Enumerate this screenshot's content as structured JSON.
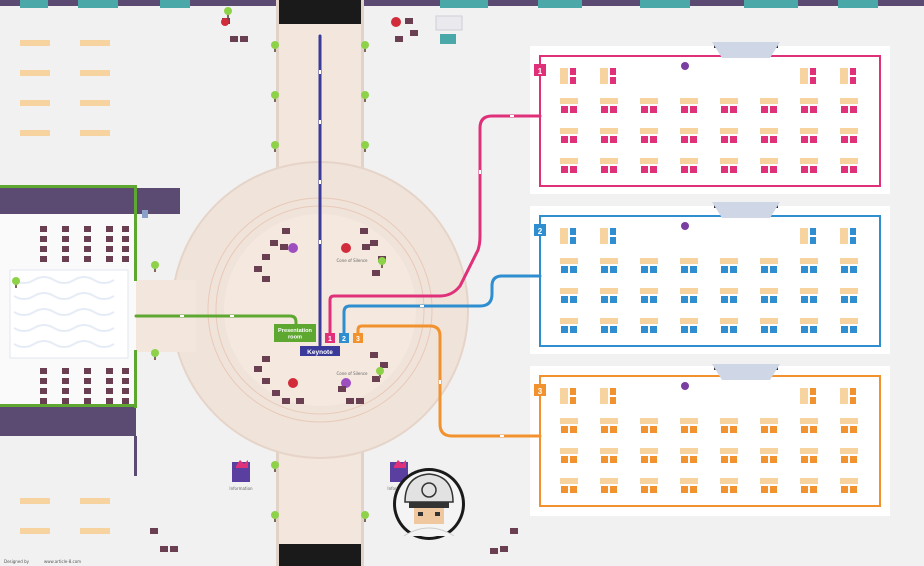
{
  "colors": {
    "floor": "#f1f1f1",
    "plaza": "#efe3da",
    "corridor": "#f3e6dd",
    "wall": "#5b4b73",
    "top_strip": "#5b4b73",
    "room_floor": "#ffffff",
    "keynote_line": "#3a3a9a",
    "presentation_line": "#5ea832",
    "room1": "#e0307a",
    "room2": "#2f8ed0",
    "room3": "#f2922e",
    "desk": "#f7d3a0",
    "chair_dark": "#6a3f52",
    "teal_tab": "#4aa8a8"
  },
  "labels": {
    "presentation_room": "Presentation room",
    "keynote": "Keynote",
    "cone_of_silence_top": "Cone of Silence",
    "cone_of_silence_bottom": "Cone of Silence",
    "information_left": "Information",
    "information_right": "Information",
    "footer_credit": "Designed by",
    "footer_url": "www.article-8.com"
  },
  "badges": {
    "room1": "1",
    "room2": "2",
    "room3": "3"
  },
  "icons": {
    "player": "player-avatar-icon",
    "info_kiosk": "info-kiosk-icon",
    "plant": "plant-icon",
    "screen": "projector-screen-icon"
  }
}
